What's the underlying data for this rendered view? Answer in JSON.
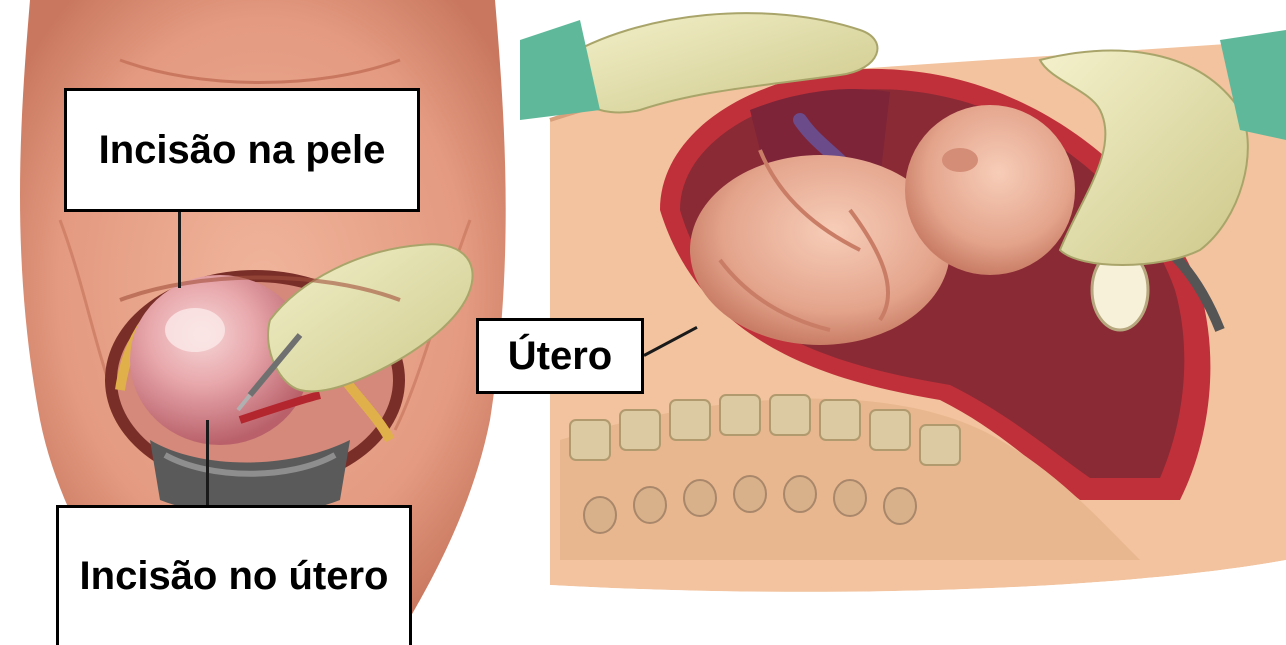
{
  "labels": {
    "skin_incision": "Incisão na pele",
    "uterine_incision": "Incisão no útero",
    "uterus": "Útero"
  },
  "colors": {
    "skin": "#e8a38a",
    "skin_shadow": "#c9785f",
    "uterus_wall": "#c0303a",
    "uterus_inner": "#8a2a35",
    "fetus": "#e9b09a",
    "glove": "#e6e3b0",
    "sleeve": "#5fb89a",
    "abdomen_cross_section": "#f2c39e",
    "spine": "#d9c7a0",
    "retractor": "#5a5a5a"
  }
}
